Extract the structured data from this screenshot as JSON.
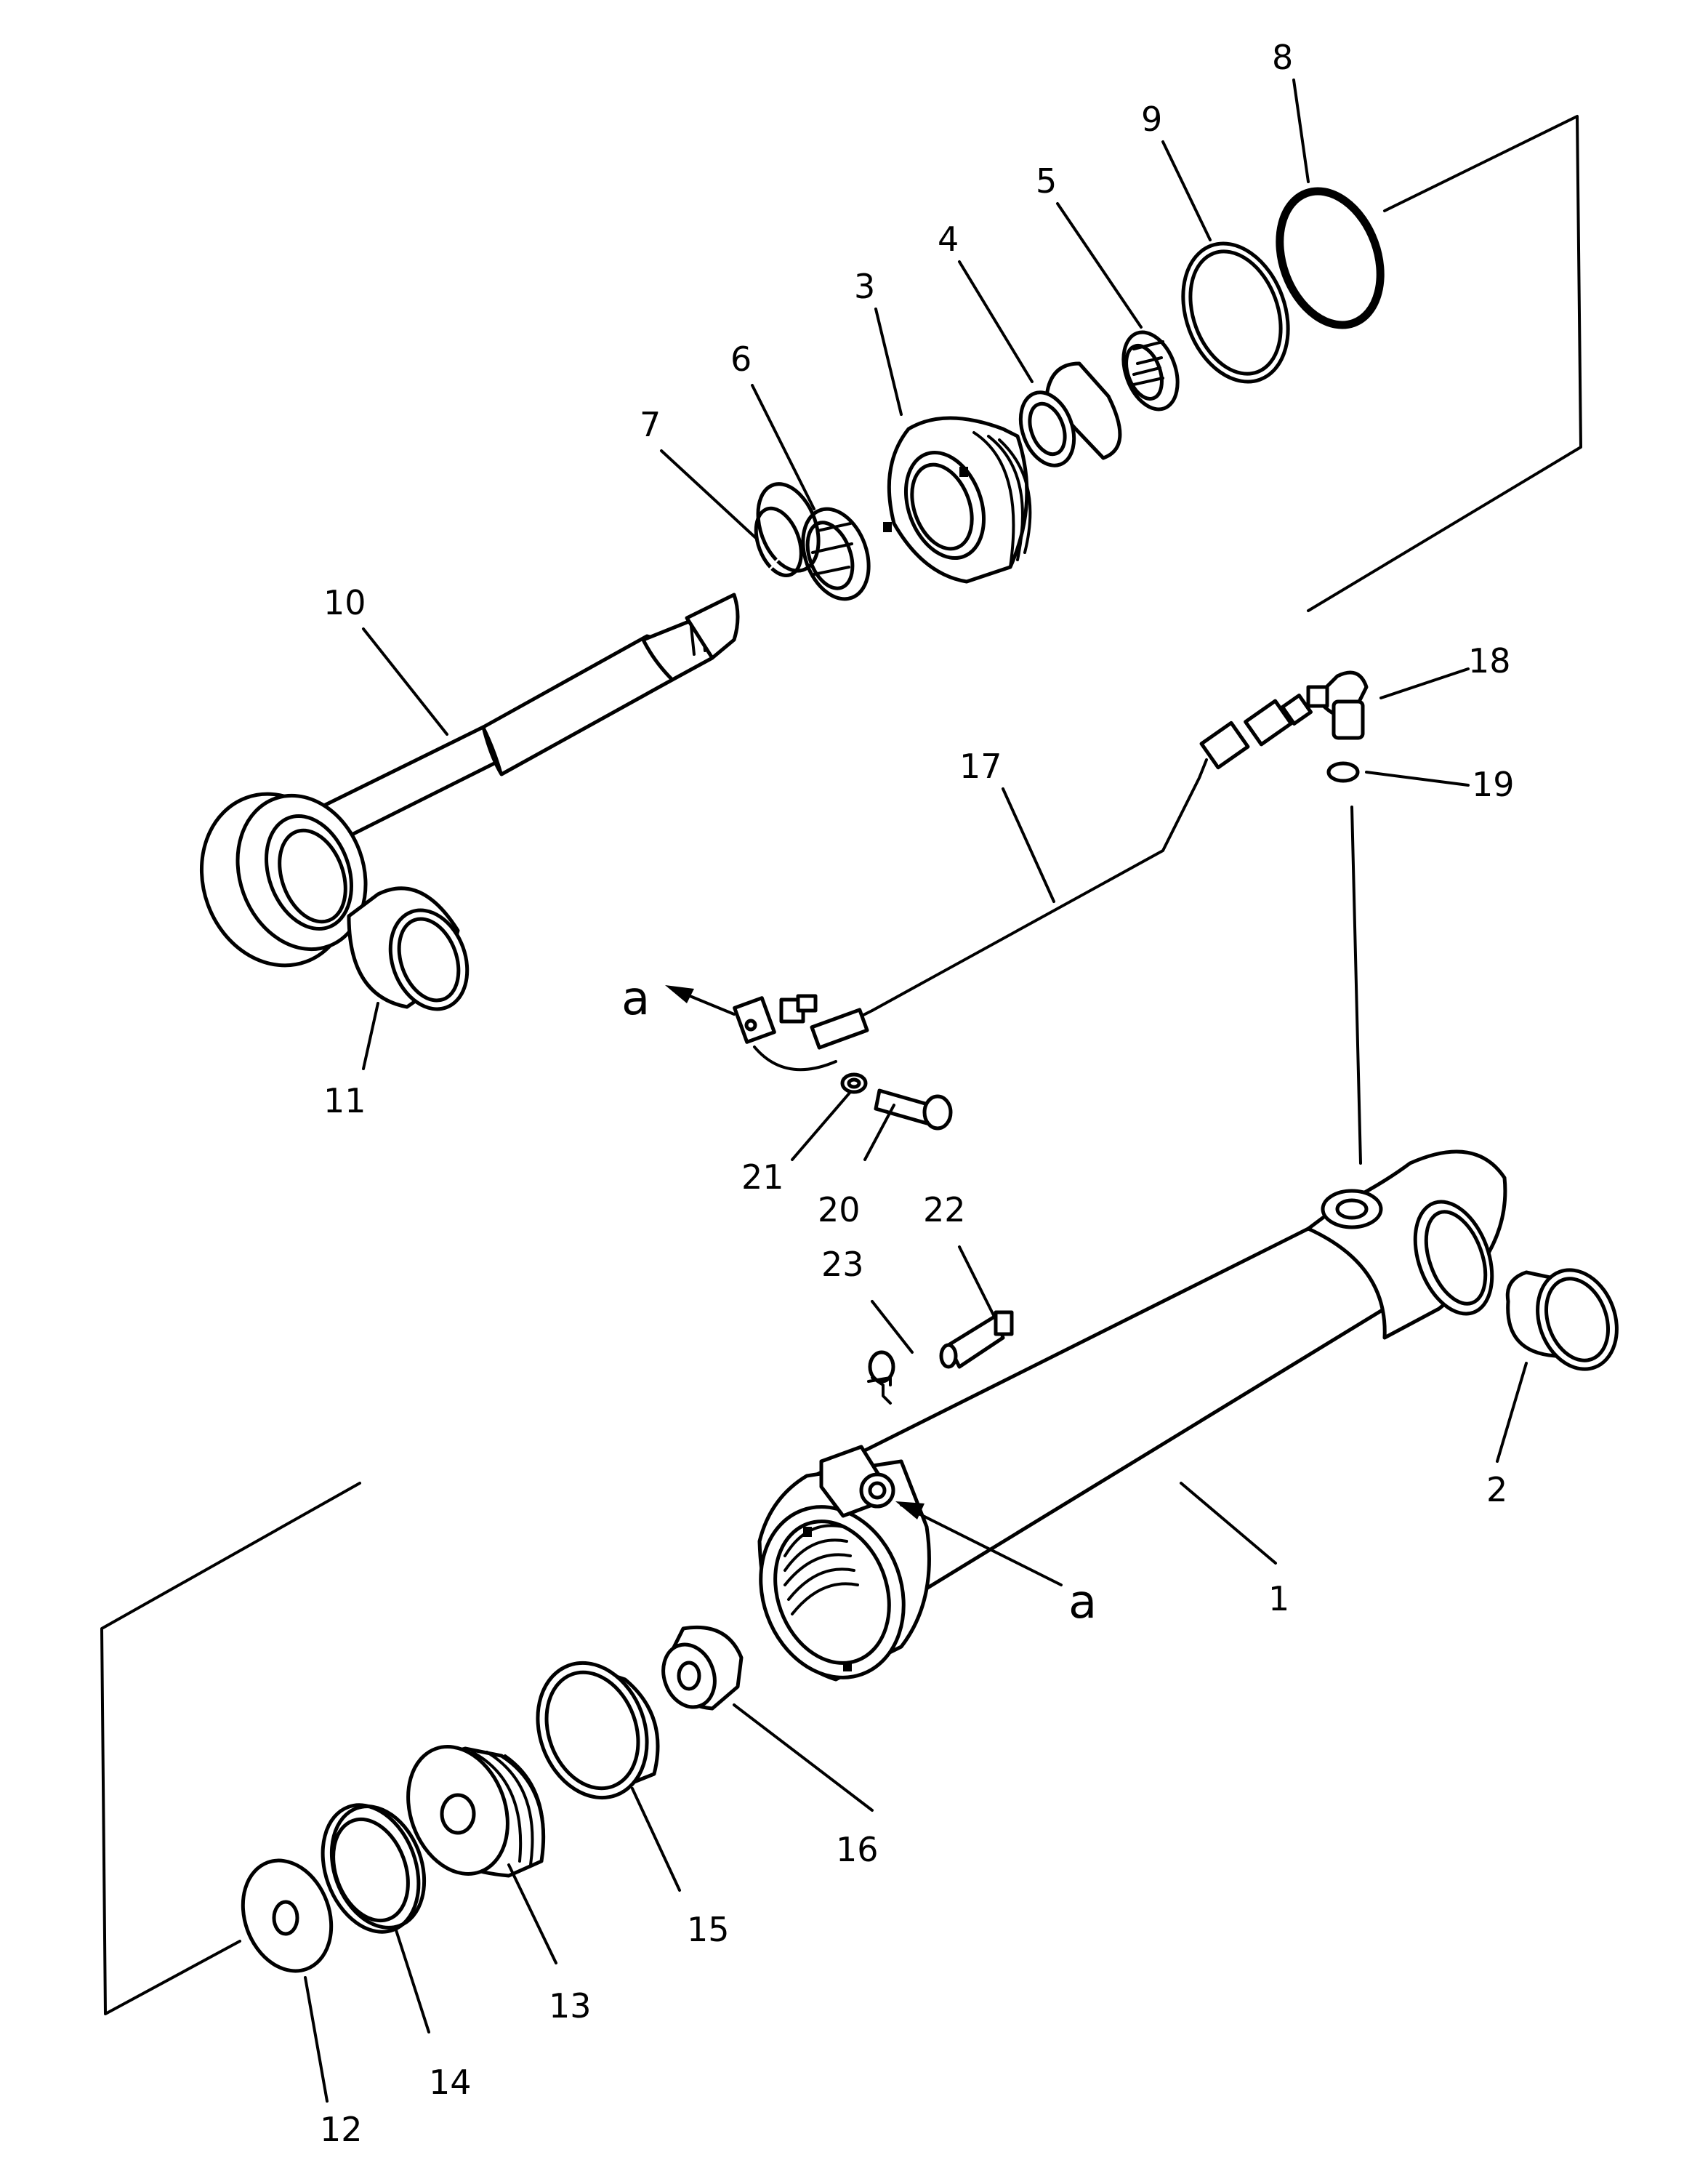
{
  "parts": [
    {
      "id": "p1",
      "number": "1"
    },
    {
      "id": "p2",
      "number": "2"
    },
    {
      "id": "p3",
      "number": "3"
    },
    {
      "id": "p4",
      "number": "4"
    },
    {
      "id": "p5",
      "number": "5"
    },
    {
      "id": "p6",
      "number": "6"
    },
    {
      "id": "p7",
      "number": "7"
    },
    {
      "id": "p8",
      "number": "8"
    },
    {
      "id": "p9",
      "number": "9"
    },
    {
      "id": "p10",
      "number": "10"
    },
    {
      "id": "p11",
      "number": "11"
    },
    {
      "id": "p12",
      "number": "12"
    },
    {
      "id": "p13",
      "number": "13"
    },
    {
      "id": "p14",
      "number": "14"
    },
    {
      "id": "p15",
      "number": "15"
    },
    {
      "id": "p16",
      "number": "16"
    },
    {
      "id": "p17",
      "number": "17"
    },
    {
      "id": "p18",
      "number": "18"
    },
    {
      "id": "p19",
      "number": "19"
    },
    {
      "id": "p20",
      "number": "20"
    },
    {
      "id": "p21",
      "number": "21"
    },
    {
      "id": "p22",
      "number": "22"
    },
    {
      "id": "p23",
      "number": "23"
    }
  ],
  "markers": {
    "a_top": "a",
    "a_bottom": "a"
  }
}
